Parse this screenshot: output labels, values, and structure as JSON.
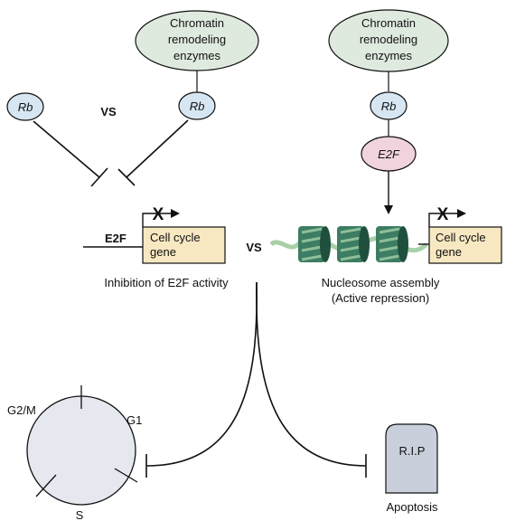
{
  "colors": {
    "enzyme_fill": "#dfeadf",
    "rb_fill": "#d6e6f2",
    "e2f_fill": "#f1d3dd",
    "gene_fill": "#f8e8c2",
    "nucleosome": "#3c7d63",
    "nucleosome_stripe": "#8fbf98",
    "dna": "#a8d0a8",
    "cycle_fill": "#e5e8ee",
    "rip_fill": "#c9cfdb",
    "line": "#111111"
  },
  "left_panel": {
    "rb_free": "Rb",
    "vs_top": "VS",
    "enzyme": [
      "Chromatin",
      "remodeling",
      "enzymes"
    ],
    "rb_bound": "Rb",
    "e2f_tag": "E2F",
    "gene": [
      "Cell cycle",
      "gene"
    ],
    "caption": "Inhibition of E2F activity"
  },
  "vs_middle": "VS",
  "right_panel": {
    "enzyme": [
      "Chromatin",
      "remodeling",
      "enzymes"
    ],
    "rb": "Rb",
    "e2f": "E2F",
    "gene": [
      "Cell cycle",
      "gene"
    ],
    "caption": [
      "Nucleosome assembly",
      "(Active repression)"
    ]
  },
  "block_mark": "X",
  "cell_cycle": {
    "phases": [
      "G2/M",
      "G1",
      "S"
    ]
  },
  "apoptosis": {
    "stone_label": "R.I.P",
    "label": "Apoptosis"
  }
}
